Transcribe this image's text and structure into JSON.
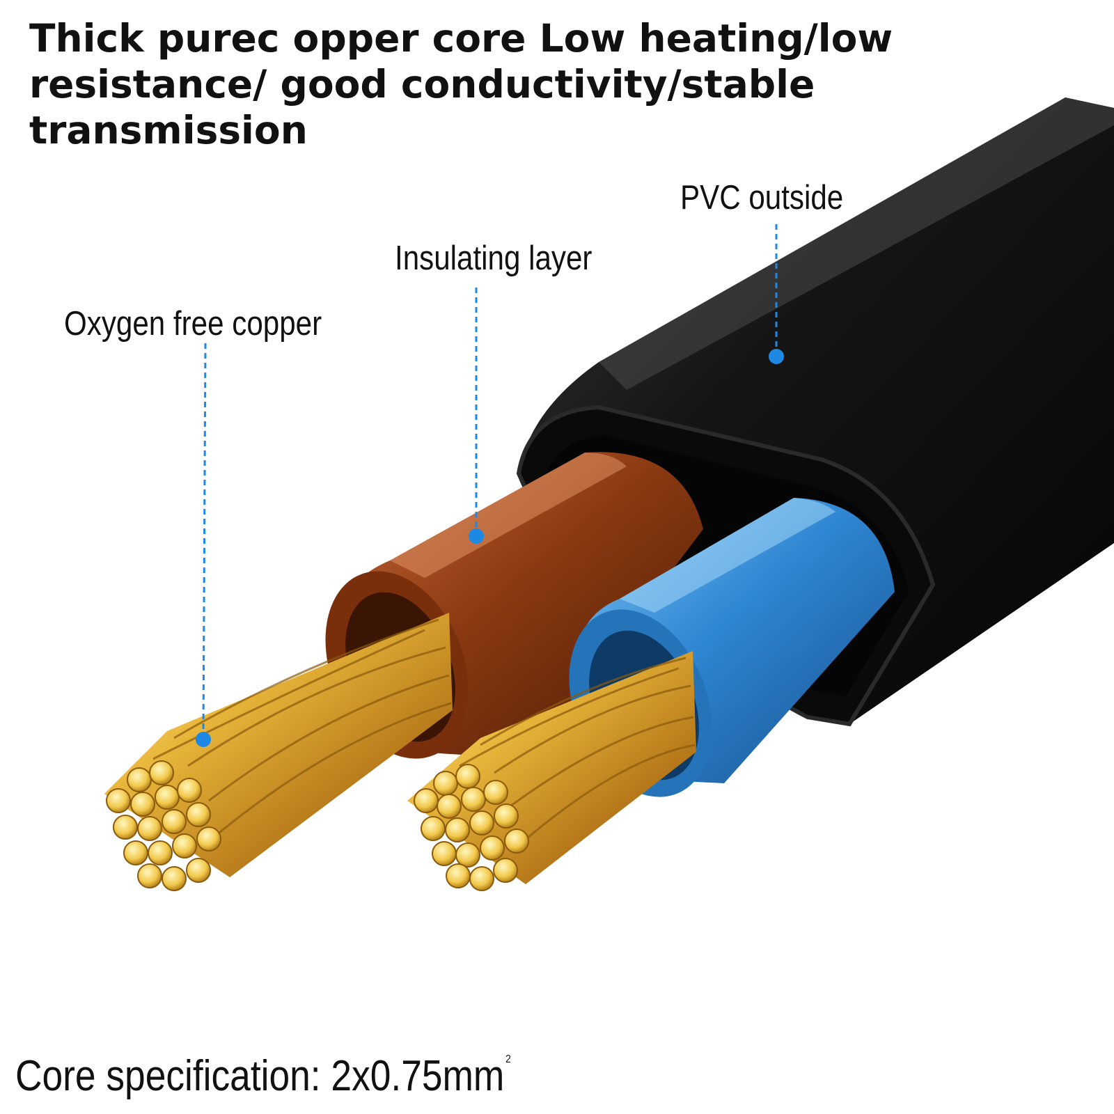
{
  "header": {
    "title": "Thick purec opper core Low heating/low resistance/ good conductivity/stable transmission"
  },
  "callouts": {
    "pvc_outside": "PVC outside",
    "insulating_layer": "Insulating layer",
    "oxygen_free_copper": "Oxygen free copper"
  },
  "footer": {
    "spec_text": "Core specification: 2x0.75mm",
    "spec_superscript": "2"
  },
  "colors": {
    "accent_blue": "#1e88e5",
    "sheath_black": "#111111",
    "brown_insulation": "#8b3a12",
    "blue_insulation": "#2f86d3",
    "copper": "#d9a21c"
  }
}
